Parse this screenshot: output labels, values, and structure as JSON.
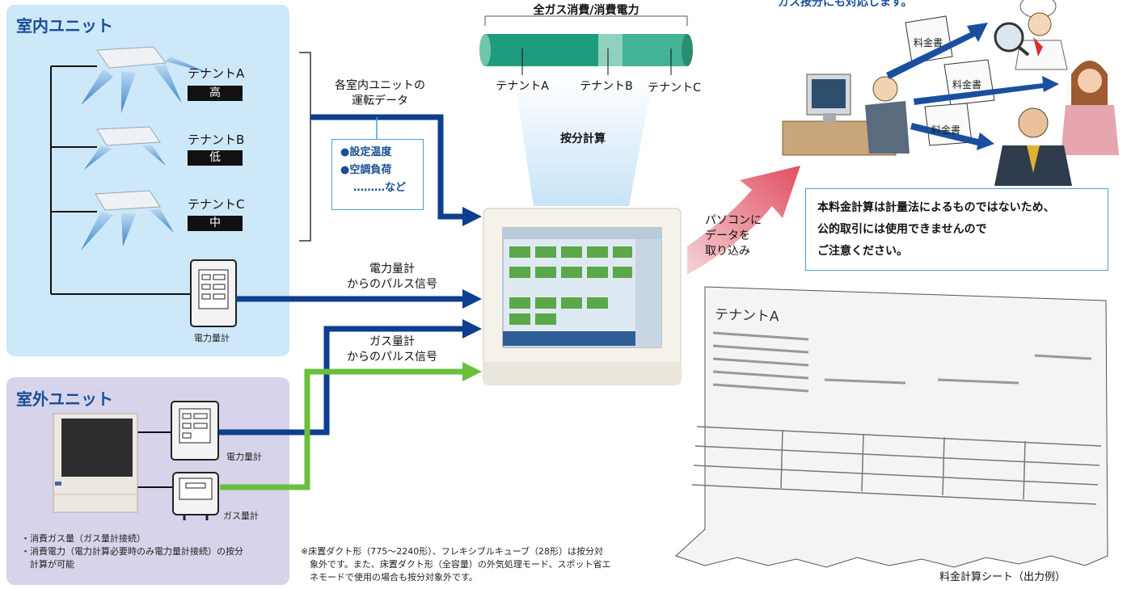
{
  "top_banner": "ガス按分にも対応します。",
  "indoor": {
    "title": "室内ユニット",
    "tenants": [
      {
        "name": "テナントA",
        "level": "高"
      },
      {
        "name": "テナントB",
        "level": "低"
      },
      {
        "name": "テナントC",
        "level": "中"
      }
    ],
    "meter_label": "電力量計"
  },
  "outdoor": {
    "title": "室外ユニット",
    "power_meter_label": "電力量計",
    "gas_meter_label": "ガス量計",
    "notes": [
      "・消費ガス量（ガス量計接続）",
      "・消費電力（電力計算必要時のみ電力量計接続）の按分",
      "　計算が可能"
    ]
  },
  "signals": {
    "indoor_data_line1": "各室内ユニットの",
    "indoor_data_line2": "運転データ",
    "settings": [
      "●設定温度",
      "●空調負荷",
      "………など"
    ],
    "power_line1": "電力量計",
    "power_line2": "からのパルス信号",
    "gas_line1": "ガス量計",
    "gas_line2": "からのパルス信号"
  },
  "bar": {
    "title": "全ガス消費/消費電力",
    "labels": [
      "テナントA",
      "テナントB",
      "テナントC"
    ],
    "colors": [
      "#1f9c7e",
      "#8fd1bd",
      "#42b394"
    ]
  },
  "calc_label": "按分計算",
  "pc_import": [
    "パソコンに",
    "データを",
    "取り込み"
  ],
  "invoice_label": "料金書",
  "disclaimer": [
    "本料金計算は計量法によるものではないため、",
    "公的取引には使用できませんので",
    "ご注意ください。"
  ],
  "footnote": [
    "※床置ダクト形（775〜2240形）、フレキシブルキューブ（28形）は按分対",
    "　象外です。また、床置ダクト形（全容量）の外気処理モード、スポット省エ",
    "　ネモードで使用の場合も按分対象外です。"
  ],
  "sheet": {
    "tenant": "テナントA",
    "caption": "料金計算シート（出力例）"
  }
}
